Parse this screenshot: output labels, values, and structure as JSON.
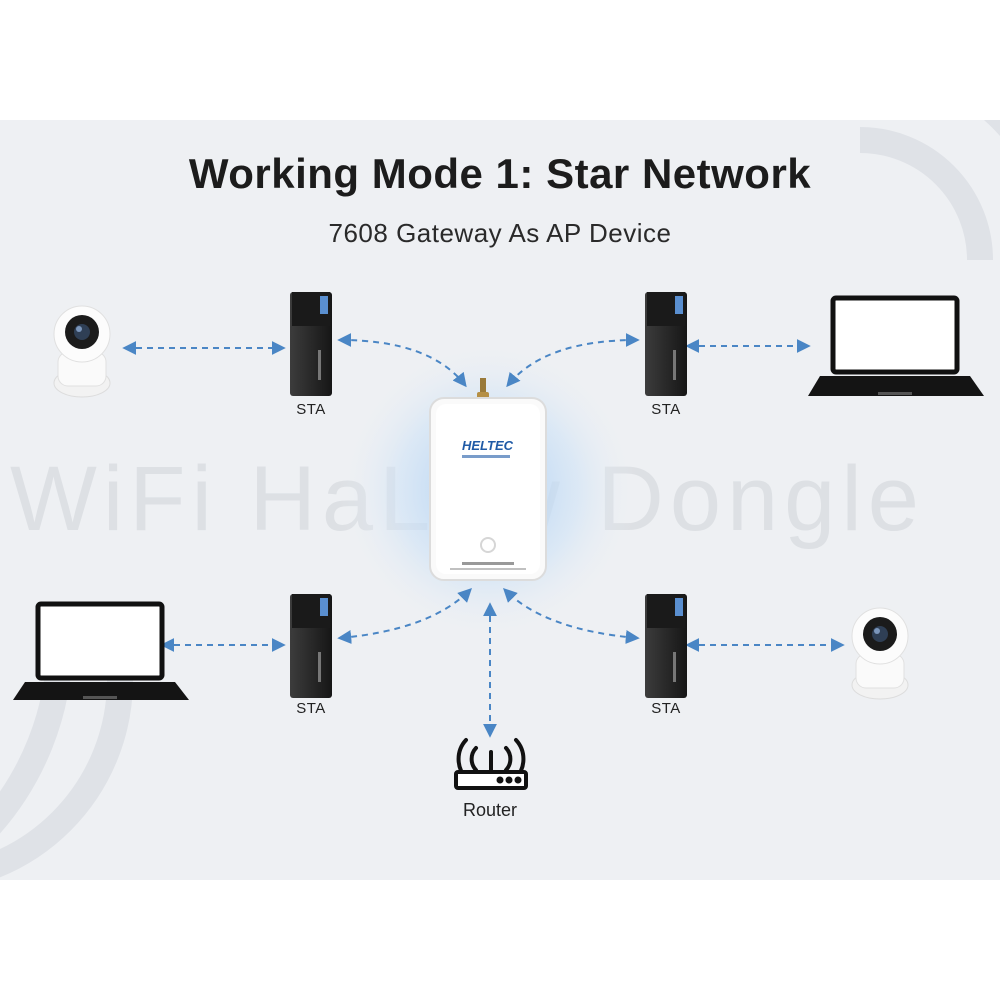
{
  "header": {
    "title": "Working Mode 1: Star Network",
    "subtitle": "7608 Gateway As AP Device"
  },
  "watermark": {
    "text": "WiFi HaLow Dongle"
  },
  "gateway": {
    "brand": "HELTEC"
  },
  "stations": [
    {
      "id": "top-left",
      "label": "STA",
      "client": "camera"
    },
    {
      "id": "top-right",
      "label": "STA",
      "client": "laptop"
    },
    {
      "id": "bottom-left",
      "label": "STA",
      "client": "laptop"
    },
    {
      "id": "bottom-right",
      "label": "STA",
      "client": "camera"
    }
  ],
  "router": {
    "label": "Router"
  },
  "colors": {
    "link": "#4a86c5",
    "title": "#1c1c1c",
    "background": "#eef0f3",
    "glow": "#9fc8f2"
  },
  "icons": [
    "wifi-watermark-icon",
    "camera-icon",
    "laptop-icon",
    "dongle-icon",
    "gateway-icon",
    "router-icon"
  ]
}
